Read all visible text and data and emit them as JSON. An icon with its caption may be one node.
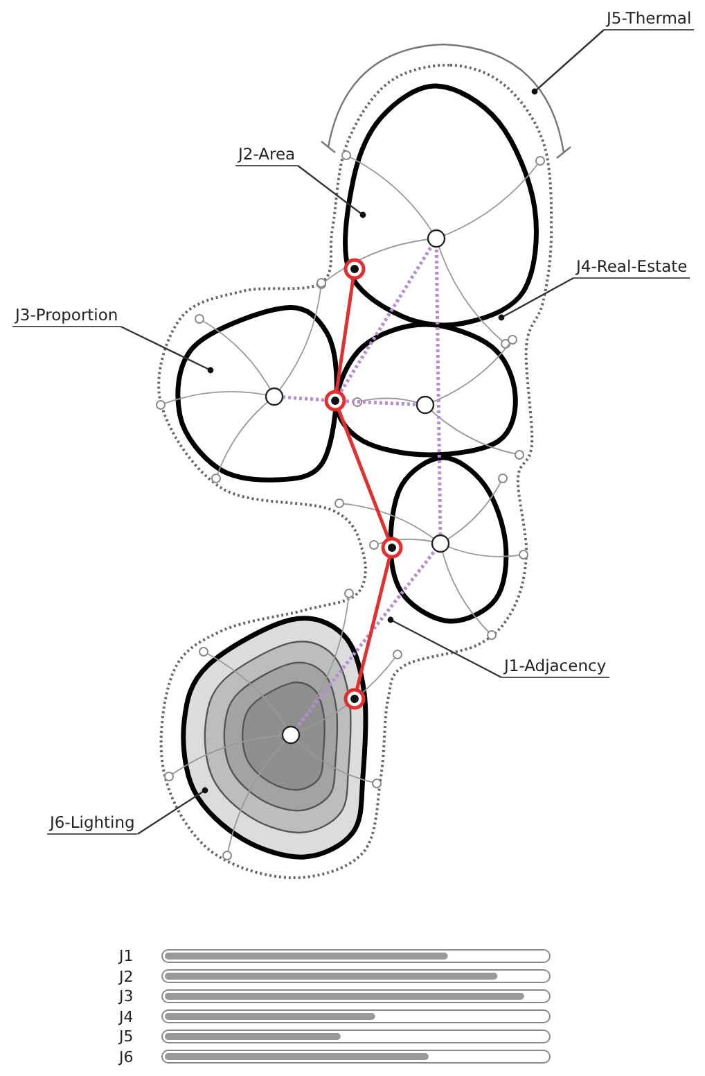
{
  "diagram": {
    "nodes": [
      {
        "text": [
          "J5-Thermal"
        ]
      },
      {
        "text": [
          "J2-Area"
        ]
      },
      {
        "text": [
          "J4-Real-Estate"
        ]
      },
      {
        "text": [
          "J3-Proportion"
        ]
      },
      {
        "text": [
          "J1-Adjacency"
        ]
      },
      {
        "text": [
          "J6-Lighting"
        ]
      }
    ],
    "edges": [
      {
        "from": 0,
        "to": null,
        "arrow": "other"
      },
      {
        "from": 1,
        "to": null,
        "arrow": "other"
      },
      {
        "from": 2,
        "to": null,
        "arrow": "other"
      },
      {
        "from": 3,
        "to": null,
        "arrow": "other"
      },
      {
        "from": 4,
        "to": null,
        "arrow": "other"
      },
      {
        "from": 5,
        "to": null,
        "arrow": "other"
      }
    ],
    "labels": [
      "J1",
      "J2",
      "J3",
      "J4",
      "J5",
      "J6"
    ]
  }
}
